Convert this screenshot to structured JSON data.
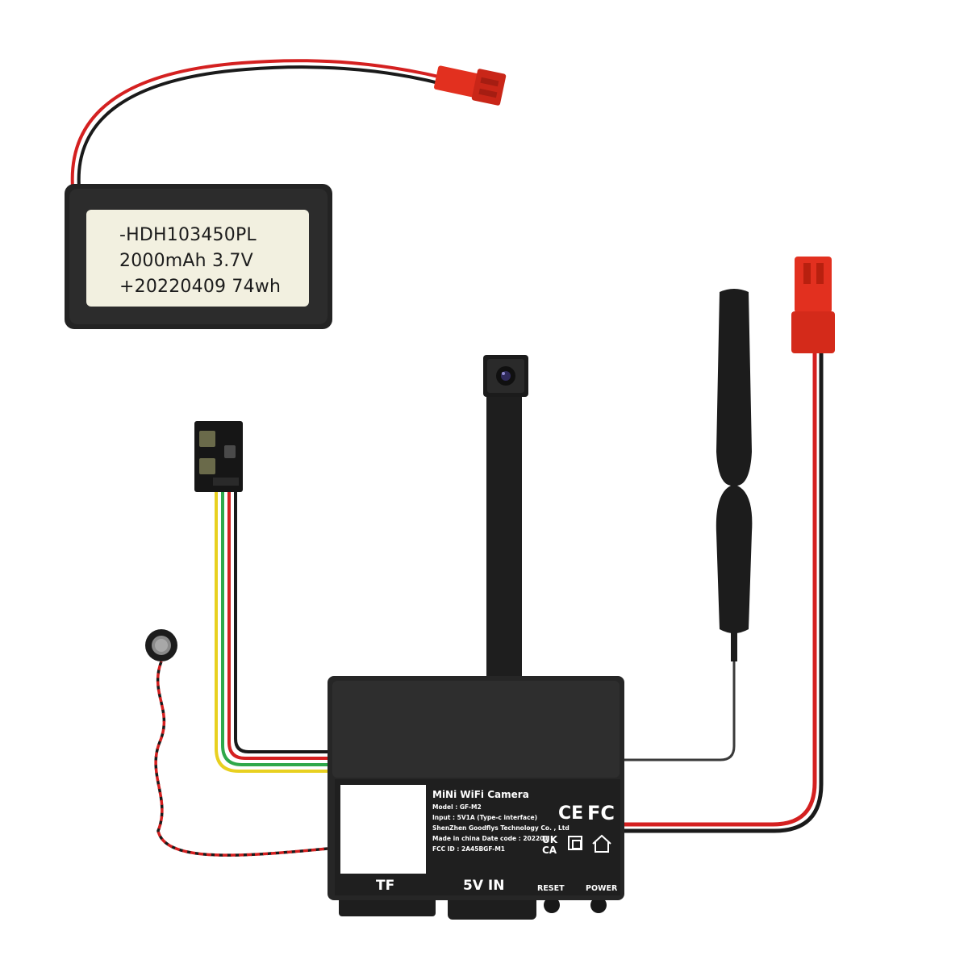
{
  "battery": {
    "label_lines": [
      "-HDH103450PL",
      "2000mAh  3.7V",
      "+20220409  74wh"
    ]
  },
  "device_plate": {
    "title": "MiNi WiFi Camera",
    "lines": [
      "Model : GF-M2",
      "Input : 5V1A   (Type-c interface)",
      "ShenZhen Goodflys Technology Co. , Ltd",
      "Made in china Date code :  202201",
      "FCC ID :  2A45BGF-M1"
    ],
    "marks": [
      "CE",
      "FC",
      "UK",
      "CA"
    ]
  },
  "ports": {
    "tf": "TF",
    "power_in": "5V IN",
    "reset": "RESET",
    "power": "POWER"
  },
  "colors": {
    "wire_red": "#d42020",
    "wire_black": "#1a1a1a",
    "wire_yellow": "#e8d020",
    "wire_green": "#2fa84a",
    "connector_red": "#e2301f",
    "body": "#262626",
    "label_bg": "#f2f0e0"
  }
}
